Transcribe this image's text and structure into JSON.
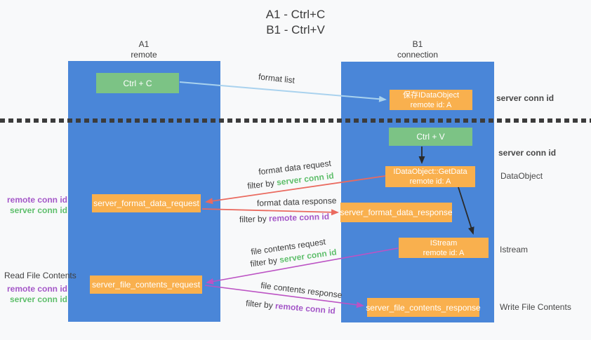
{
  "title": {
    "line1": "A1 - Ctrl+C",
    "line2": "B1 - Ctrl+V"
  },
  "columns": {
    "left": {
      "name": "A1",
      "subtitle": "remote"
    },
    "right": {
      "name": "B1",
      "subtitle": "connection"
    }
  },
  "boxes": {
    "ctrl_c": {
      "label": "Ctrl + C"
    },
    "ctrl_v": {
      "label": "Ctrl + V"
    },
    "save_dataobject": {
      "line1": "保存IDataObject",
      "line2": "remote id: A"
    },
    "getdata": {
      "line1": "IDataObject::GetData",
      "line2": "remote id: A"
    },
    "istream": {
      "line1": "IStream",
      "line2": "remote id: A"
    },
    "format_request": {
      "label": "server_format_data_request"
    },
    "format_response": {
      "label": "server_format_data_response"
    },
    "file_request": {
      "label": "server_file_contents_request"
    },
    "file_response": {
      "label": "server_file_contents_response"
    }
  },
  "arrow_labels": {
    "format_list": "format list",
    "format_data_request": "format data request",
    "format_data_response": "format data response",
    "file_contents_request": "file contents request",
    "file_contents_response": "file contents response",
    "filter_by": "filter by",
    "server_conn_id": "server conn id",
    "remote_conn_id": "remote conn id"
  },
  "side_labels": {
    "server_conn_id_top": "server conn id",
    "server_conn_id_mid": "server conn id",
    "dataobject": "DataObject",
    "istream": "Istream",
    "write_file_contents": "Write File Contents",
    "read_file_contents": "Read File Contents",
    "remote_conn_id": "remote conn id",
    "server_conn_id": "server conn id"
  },
  "colors": {
    "column_blue": "#4a86d8",
    "box_green": "#7cc385",
    "box_orange": "#f9b04e",
    "arrow_light_blue": "#a9d2ee",
    "arrow_red": "#ea6a5f",
    "arrow_magenta": "#bc53c4",
    "arrow_black": "#2a2a2a",
    "text_green": "#5fbf6c",
    "text_purple": "#a457c8",
    "text_dark": "#3f3f3f"
  }
}
